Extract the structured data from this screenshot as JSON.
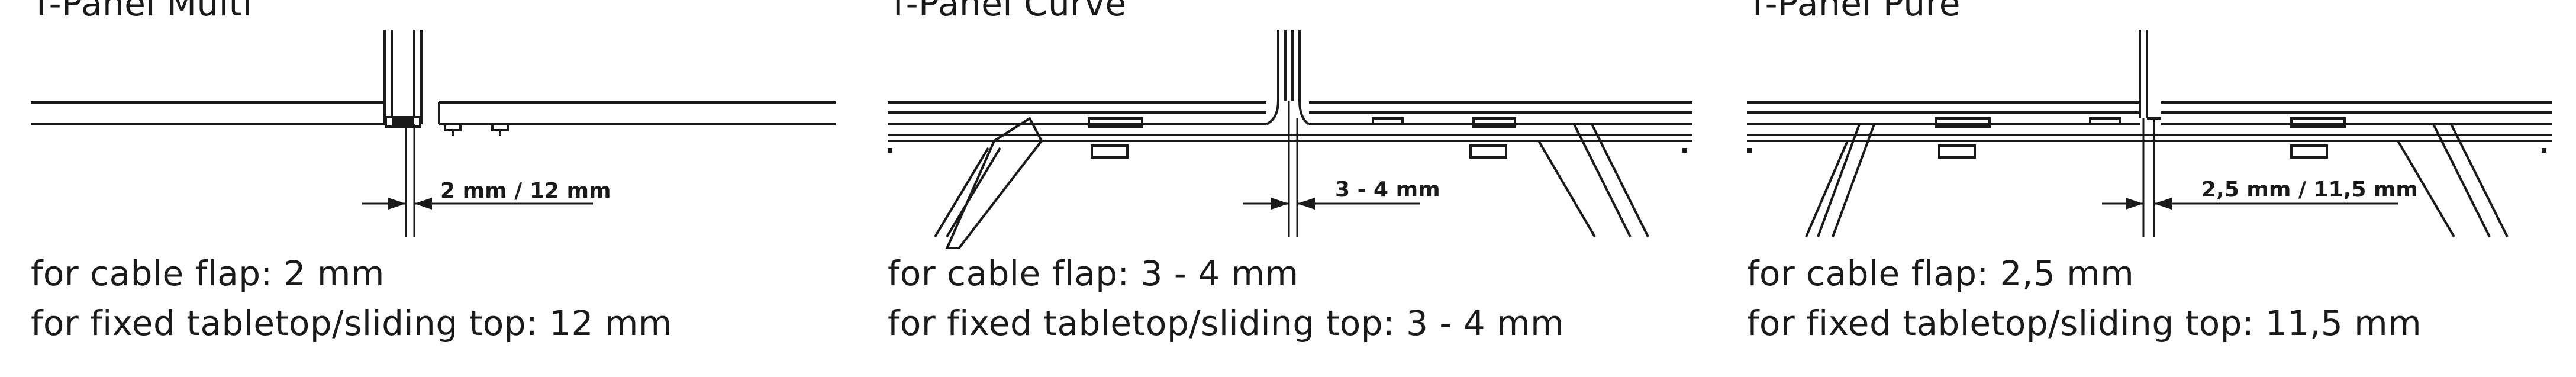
{
  "panels": [
    {
      "title": "T-Panel Multi",
      "gap_label": "2 mm / 12 mm",
      "caption_line1": "for cable flap: 2 mm",
      "caption_line2": "for fixed tabletop/sliding top: 12 mm"
    },
    {
      "title": "T-Panel Curve",
      "gap_label": "3 - 4 mm",
      "caption_line1": "for cable flap: 3 - 4 mm",
      "caption_line2": "for fixed tabletop/sliding top: 3 - 4 mm"
    },
    {
      "title": "T-Panel Pure",
      "gap_label": "2,5 mm / 11,5 mm",
      "caption_line1": "for cable flap: 2,5 mm",
      "caption_line2": "for fixed tabletop/sliding top: 11,5 mm"
    }
  ],
  "colors": {
    "line": "#1a1a1a",
    "background": "#ffffff"
  }
}
